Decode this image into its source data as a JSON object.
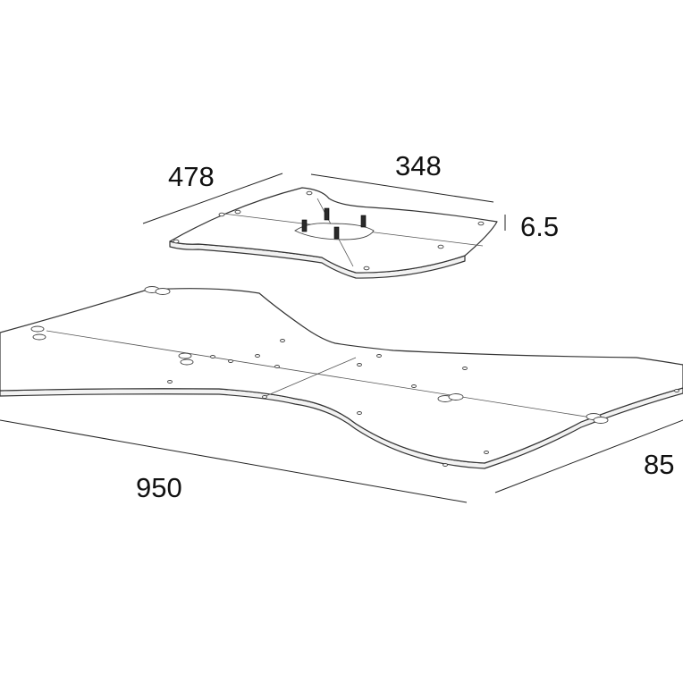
{
  "dimensions": {
    "small_plate_width": "478",
    "small_plate_depth": "348",
    "small_plate_thickness": "6.5",
    "large_plate_width": "950",
    "large_plate_depth": "85"
  },
  "colors": {
    "line": "#333333",
    "background": "#ffffff",
    "edge_shade": "#f2f2f2"
  }
}
